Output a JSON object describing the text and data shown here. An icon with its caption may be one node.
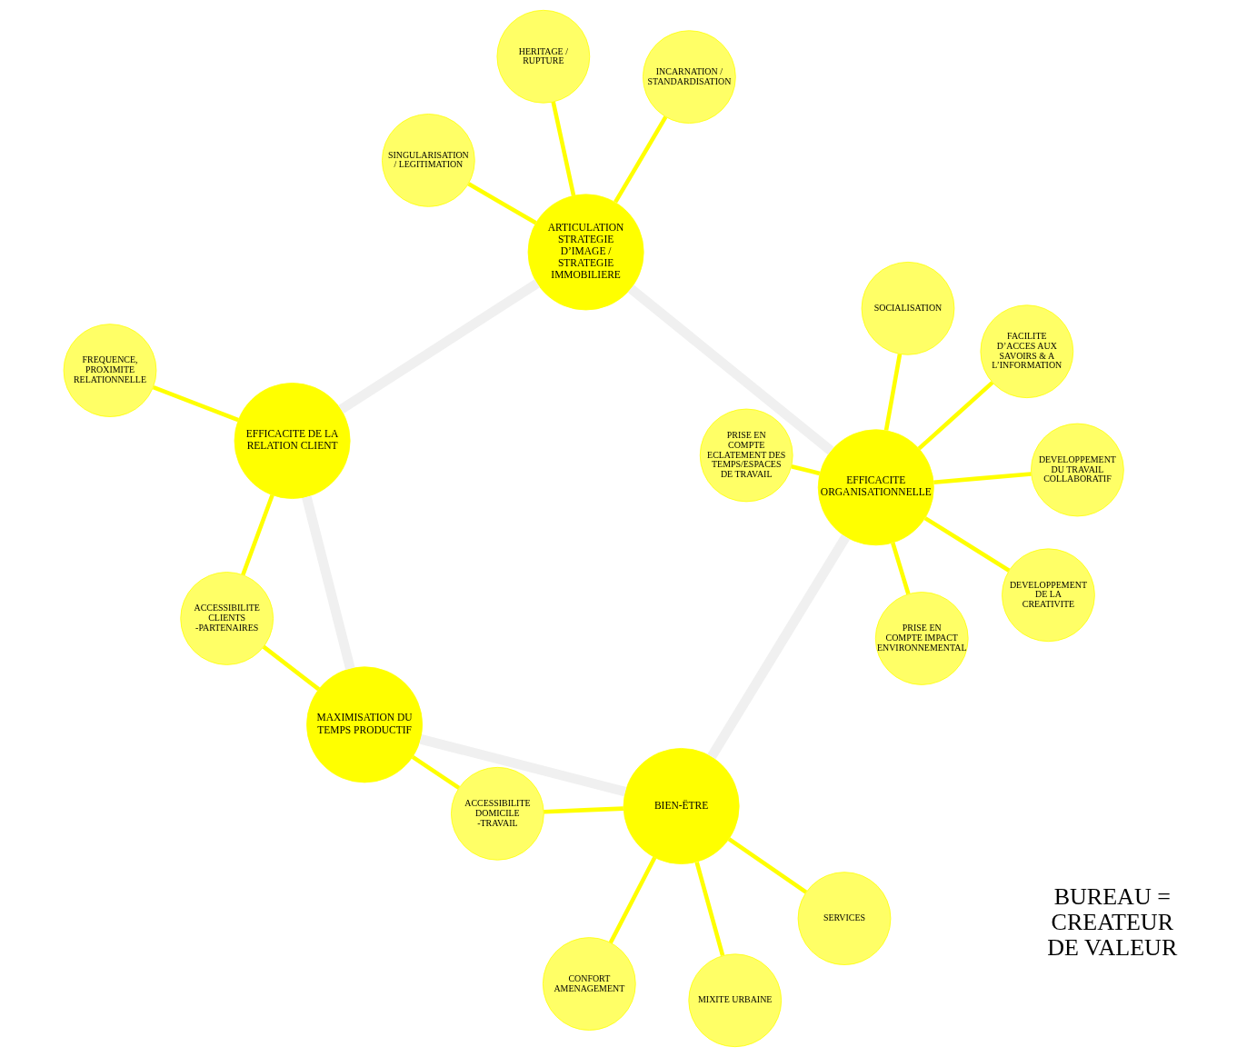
{
  "diagram": {
    "nodes": [
      {
        "text": [
          "MAXIMISATION DU TEMPS PRODUCTIF"
        ]
      },
      {
        "text": [
          "EFFICACITE DE LA RELATION CLIENT"
        ]
      },
      {
        "text": [
          "BIEN-ËTRE"
        ]
      },
      {
        "text": [
          "ARTICULATION STRATEGIE D’IMAGE / STRATEGIE IMMOBILIERE"
        ]
      },
      {
        "text": [
          "EFFICACITE ORGANISATIONNELLE"
        ]
      },
      {
        "text": [
          "ACCESSIBILITE CLIENTS -PARTENAIRES"
        ]
      },
      {
        "text": [
          "FREQUENCE, PROXIMITE RELATIONNELLE"
        ]
      },
      {
        "text": [
          "ACCESSIBILITE DOMICILE -TRAVAIL"
        ]
      },
      {
        "text": [
          "CONFORT AMENAGEMENT"
        ]
      },
      {
        "text": [
          "SERVICES"
        ]
      },
      {
        "text": [
          "MIXITE URBAINE"
        ]
      },
      {
        "text": [
          "SINGULARISATION / LEGITIMATION"
        ]
      },
      {
        "text": [
          "INCARNATION / STANDARDISATION"
        ]
      },
      {
        "text": [
          "HERITAGE / RUPTURE"
        ]
      },
      {
        "text": [
          "FACILITE D’ACCES AUX SAVOIRS & A L’INFORMATION"
        ]
      },
      {
        "text": [
          "DEVELOPPEMENT DE LA CREATIVITE"
        ]
      },
      {
        "text": [
          "DEVELOPPEMENT DU TRAVAIL COLLABORATIF"
        ]
      },
      {
        "text": [
          "SOCIALISATION"
        ]
      },
      {
        "text": [
          "PRISE EN COMPTE ECLATEMENT DES TEMPS/ESPACES DE TRAVAIL"
        ]
      },
      {
        "text": [
          "PRISE EN COMPTE IMPACT ENVIRONNEMENTAL"
        ]
      }
    ],
    "edges": [
      {
        "from": 0,
        "to": 1,
        "arrow": "none",
        "style": "thick",
        "color": "#f0f0f0"
      },
      {
        "from": 1,
        "to": 3,
        "arrow": "none",
        "style": "thick",
        "color": "#f0f0f0"
      },
      {
        "from": 3,
        "to": 4,
        "arrow": "none",
        "style": "thick",
        "color": "#f0f0f0"
      },
      {
        "from": 4,
        "to": 2,
        "arrow": "none",
        "style": "thick",
        "color": "#f0f0f0"
      },
      {
        "from": 2,
        "to": 0,
        "arrow": "none",
        "style": "thick",
        "color": "#f0f0f0"
      },
      {
        "from": 0,
        "to": 5,
        "arrow": "none"
      },
      {
        "from": 1,
        "to": 5,
        "arrow": "none"
      },
      {
        "from": 1,
        "to": 6,
        "arrow": "none"
      },
      {
        "from": 0,
        "to": 7,
        "arrow": "none"
      },
      {
        "from": 2,
        "to": 7,
        "arrow": "none"
      },
      {
        "from": 2,
        "to": 8,
        "arrow": "none"
      },
      {
        "from": 2,
        "to": 9,
        "arrow": "none"
      },
      {
        "from": 2,
        "to": 10,
        "arrow": "none"
      },
      {
        "from": 3,
        "to": 11,
        "arrow": "none"
      },
      {
        "from": 3,
        "to": 12,
        "arrow": "none"
      },
      {
        "from": 3,
        "to": 13,
        "arrow": "none"
      },
      {
        "from": 4,
        "to": 14,
        "arrow": "none"
      },
      {
        "from": 4,
        "to": 15,
        "arrow": "none"
      },
      {
        "from": 4,
        "to": 16,
        "arrow": "none"
      },
      {
        "from": 4,
        "to": 17,
        "arrow": "none"
      },
      {
        "from": 4,
        "to": 18,
        "arrow": "none"
      },
      {
        "from": 4,
        "to": 19,
        "arrow": "none"
      }
    ],
    "labels": [
      "BUREAU = CREATEUR DE VALEUR"
    ]
  }
}
